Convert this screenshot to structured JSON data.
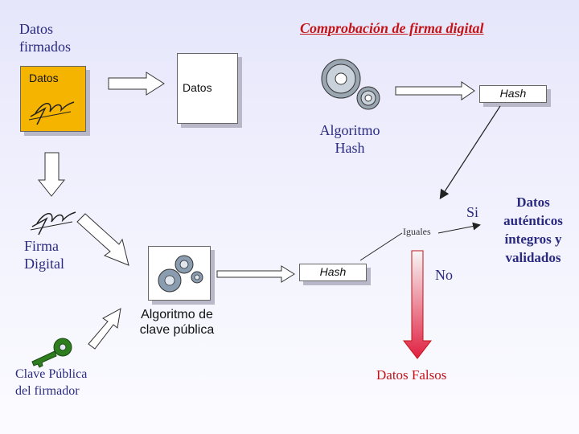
{
  "labels": {
    "datos_firmados": "Datos firmados",
    "comprobacion": "Comprobación de firma digital",
    "datos_doc": "Datos",
    "datos_center": "Datos",
    "hash_top": "Hash",
    "algoritmo_hash": "Algoritmo Hash",
    "firma_digital": "Firma Digital",
    "iguales": "Iguales",
    "si": "Si",
    "no": "No",
    "hash_bottom": "Hash",
    "algoritmo_clave": "Algoritmo de clave pública",
    "clave_publica": "Clave Pública del firmador",
    "datos_autenticos": "Datos auténticos íntegros y validados",
    "datos_falsos": "Datos Falsos"
  },
  "colors": {
    "title_red": "#c41418",
    "text_blue": "#2a2a80",
    "doc_yellow": "#f5b400",
    "key_green": "#2e7d1e",
    "arrow_down_red": "#e8304a"
  },
  "icons": [
    "signature-icon",
    "gears-icon",
    "key-icon"
  ]
}
